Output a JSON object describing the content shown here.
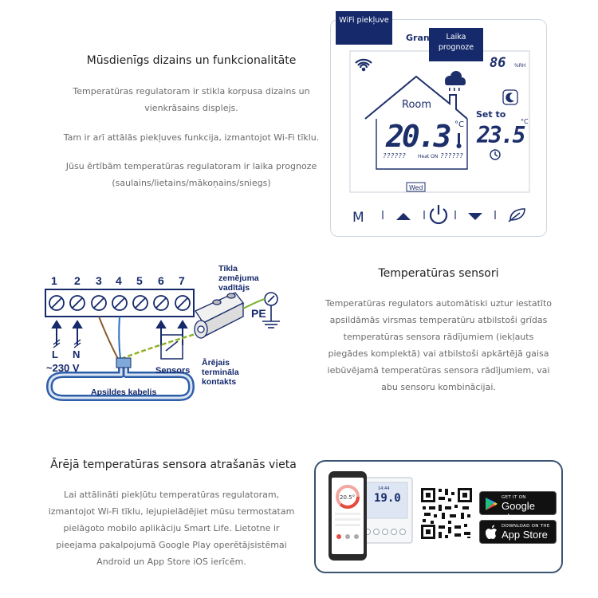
{
  "section1": {
    "title": "Mūsdienīgs dizains un funkcionalitāte",
    "p1": "Temperatūras regulatoram ir stikla korpusa dizains un vienkrāsains displejs.",
    "p2": "Tam ir arī attālās piekļuves funkcija, izmantojot Wi-Fi tīklu.",
    "p3": "Jūsu ērtībām temperatūras regulatoram ir laika prognoze (saulains/lietains/mākoņains/sniegs)"
  },
  "thermostat": {
    "brand": "Gran",
    "badge_wifi": "WiFi piekļuve",
    "badge_forecast": "Laika prognoze",
    "humidity": "86",
    "humidity_unit": "%RH",
    "room_label": "Room",
    "room_temp": "20.3",
    "room_unit": "°C",
    "heat_status": "Heat ON",
    "setto_label": "Set to",
    "set_temp": "23.5",
    "set_unit": "°C",
    "day": "Wed",
    "mode_label": "M",
    "segments": "??????",
    "colors": {
      "accent": "#15296b",
      "display": "#1d2f6b"
    }
  },
  "section2": {
    "title": "Temperatūras sensori",
    "p1": "Temperatūras regulators automātiski uztur iestatīto apsildāmās virsmas temperatūru atbilstoši grīdas temperatūras sensora rādījumiem (iekļauts piegādes komplektā) vai atbilstoši apkārtējā gaisa iebūvējamā temperatūras sensora rādījumiem, vai abu sensoru kombinācijai."
  },
  "wiring": {
    "terminals": [
      "1",
      "2",
      "3",
      "4",
      "5",
      "6",
      "7"
    ],
    "label_L": "L",
    "label_N": "N",
    "label_voltage": "~230 V",
    "label_sensors": "Sensors",
    "label_cable": "Apsildes kabelis",
    "label_ground_1": "Tīkla",
    "label_ground_2": "zemējuma",
    "label_ground_3": "vadītājs",
    "label_pe": "PE",
    "label_ext_1": "Ārējais",
    "label_ext_2": "termināla",
    "label_ext_3": "kontakts"
  },
  "section3": {
    "title": "Ārējā temperatūras sensora atrašanās vieta",
    "p1": "Lai attālināti piekļūtu temperatūras regulatoram, izmantojot Wi-Fi tīklu, lejupielādējiet mūsu termostatam pielāgoto mobilo aplikāciju Smart Life. Lietotne ir pieejama pakalpojumā Google Play operētājsistēmai Android un App Store iOS ierīcēm."
  },
  "app_card": {
    "phone_temp": "20.5°",
    "mini_temp": "19.0",
    "mini_small": "14:44",
    "google_small": "GET IT ON",
    "google_big": "Google play",
    "apple_small": "DOWNLOAD ON THE",
    "apple_big": "App Store"
  }
}
